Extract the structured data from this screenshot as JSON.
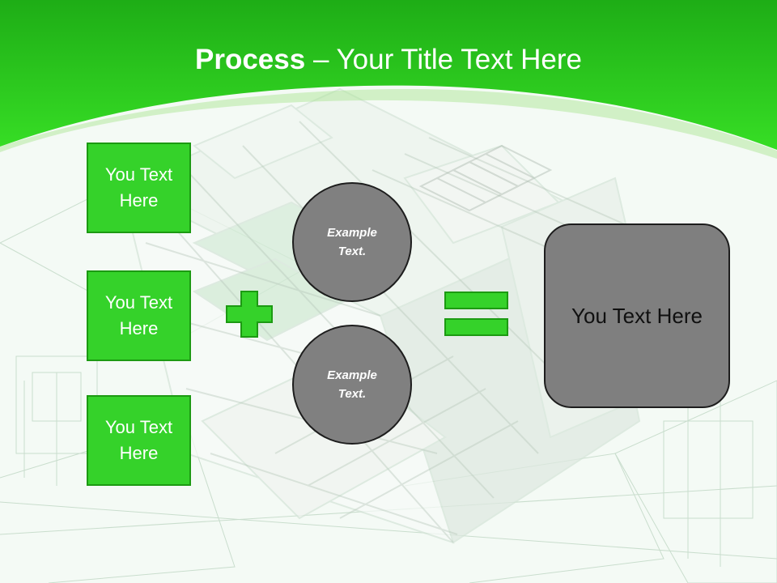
{
  "slide": {
    "title_bold": "Process",
    "title_rest": " – Your Title Text Here",
    "inputs": [
      {
        "label": "You Text Here"
      },
      {
        "label": "You Text Here"
      },
      {
        "label": "You Text Here"
      }
    ],
    "plus_icon": "plus-icon",
    "circles": [
      {
        "label": "Example Text."
      },
      {
        "label": "Example Text."
      }
    ],
    "equals_icon": "equals-icon",
    "result_label": "You Text Here",
    "colors": {
      "header_green": "#2ecf1c",
      "box_green": "#35d22a",
      "box_border": "#1c9a12",
      "circle_gray": "#808080",
      "result_gray": "#7f7f7f"
    }
  }
}
